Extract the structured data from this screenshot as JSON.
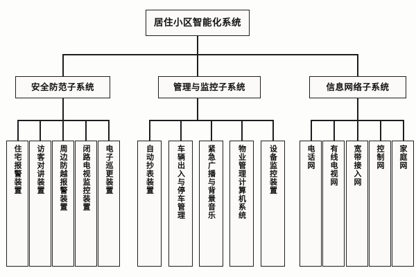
{
  "diagram": {
    "type": "organizational-tree",
    "title": "居住小区智能化系统",
    "orientation": "top-down",
    "levels": 3,
    "colors": {
      "background": "#fdfdfc",
      "box_fill": "#fbfaf8",
      "border": "#1d1d1d",
      "text": "#111111"
    },
    "root": {
      "id": "root",
      "label": "居住小区智能化系统"
    },
    "branches": [
      {
        "id": "branch-security",
        "label": "安全防范子系统",
        "leaves": [
          {
            "id": "leaf-home-alarm",
            "label": "住宅报警装置"
          },
          {
            "id": "leaf-visitor-intercom",
            "label": "访客对讲装置"
          },
          {
            "id": "leaf-perimeter-alarm",
            "label": "周边防越报警装置"
          },
          {
            "id": "leaf-cctv",
            "label": "闭路电视监控装置"
          },
          {
            "id": "leaf-e-patrol",
            "label": "电子巡更装置"
          }
        ]
      },
      {
        "id": "branch-management",
        "label": "管理与监控子系统",
        "leaves": [
          {
            "id": "leaf-auto-meter",
            "label": "自动抄表装置"
          },
          {
            "id": "leaf-vehicle-parking",
            "label": "车辆出入与停车管理"
          },
          {
            "id": "leaf-broadcast-music",
            "label": "紧急广播与背景音乐"
          },
          {
            "id": "leaf-property-computer",
            "label": "物业管理计算机系统"
          },
          {
            "id": "leaf-equipment-monitor",
            "label": "设备监控装置"
          }
        ]
      },
      {
        "id": "branch-network",
        "label": "信息网络子系统",
        "leaves": [
          {
            "id": "leaf-telephone-net",
            "label": "电话网"
          },
          {
            "id": "leaf-catv-net",
            "label": "有线电视网"
          },
          {
            "id": "leaf-broadband-net",
            "label": "宽带接入网"
          },
          {
            "id": "leaf-control-net",
            "label": "控制网"
          },
          {
            "id": "leaf-home-net",
            "label": "家庭网"
          }
        ]
      }
    ]
  }
}
